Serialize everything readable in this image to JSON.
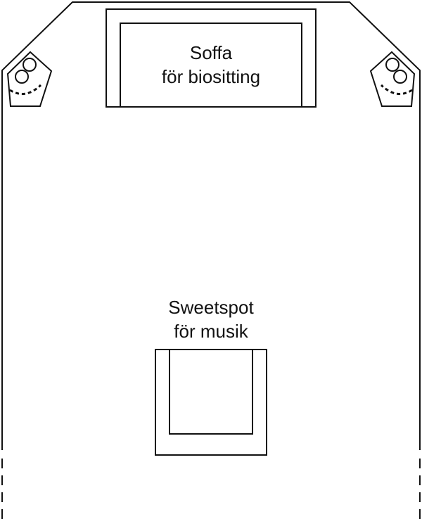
{
  "sofa": {
    "line1": "Soffa",
    "line2": "för biositting"
  },
  "sweetspot": {
    "line1": "Sweetspot",
    "line2": "för musik"
  },
  "colors": {
    "line": "#111111",
    "background": "#ffffff"
  }
}
